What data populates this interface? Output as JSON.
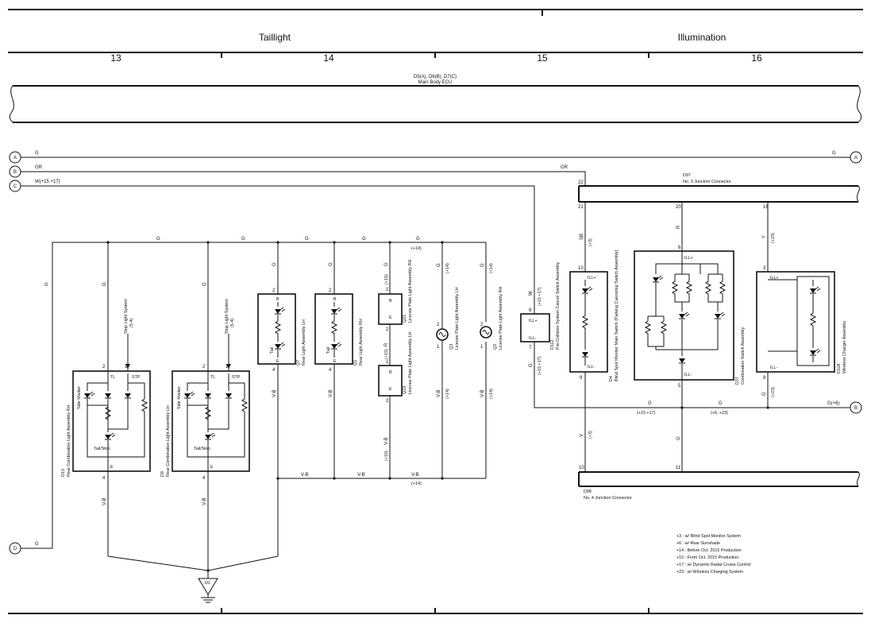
{
  "header": {
    "sections": [
      {
        "title": "Taillight"
      },
      {
        "title": "Illumination"
      }
    ],
    "columns": [
      "13",
      "14",
      "15",
      "16"
    ]
  },
  "ecu": {
    "ref": "D5(A), D6(B), D7(C)",
    "name": "Main Body ECU"
  },
  "connectors_left": [
    "A",
    "B",
    "C",
    "D"
  ],
  "connectors_right": [
    "A",
    "B"
  ],
  "wire_labels": {
    "a_left": "G",
    "a_right": "G",
    "b_top": "GR",
    "b_right": "GR",
    "c_top": "W(+15 +17)",
    "d": "G",
    "g_bus": "G",
    "vb": "V-B",
    "g_right": "G(+6)",
    "w": "W",
    "r": "R",
    "sb": "SB",
    "y": "Y",
    "v": "V",
    "gr": "GR"
  },
  "notes_tags": {
    "m14": "(+14)",
    "m15": "(+15)",
    "m3": "(+3)",
    "m23": "(+23)",
    "m1517": "(+15 +17)",
    "m623": "(+6, +23)"
  },
  "junctions": {
    "d97": {
      "id": "D97",
      "name": "No. 3 Junction Connector"
    },
    "d98": {
      "id": "D98",
      "name": "No. 4 Junction Connector"
    }
  },
  "ground": {
    "id": "D1"
  },
  "components": {
    "d13": {
      "id": "D13",
      "name": "Rear Combination Light Assembly RH",
      "sub": "Side Marker",
      "tl": "TL",
      "stp": "STP",
      "tailstop": "Tail/Stop",
      "e": "E"
    },
    "d9": {
      "id": "D9",
      "name": "Rear Combination Light Assembly LH",
      "sub": "Side Marker",
      "tl": "TL",
      "stp": "STP",
      "tailstop": "Tail/Stop",
      "e": "E"
    },
    "q7": {
      "id": "Q7",
      "name": "Rear Light Assembly LH",
      "sub": "Tail",
      "b": "B",
      "e": "E"
    },
    "q1": {
      "id": "Q1",
      "name": "Rear Light Assembly RH",
      "sub": "Tail",
      "b": "B",
      "e": "E"
    },
    "q21": {
      "id": "Q21",
      "name": "License Plate Light Assembly RH",
      "b": "B",
      "e": "E"
    },
    "q19": {
      "id": "Q19",
      "name": "License Plate Light Assembly LH",
      "b": "B",
      "e": "E"
    },
    "q3": {
      "id": "Q3",
      "name": "License Plate Light Assembly LH"
    },
    "q2": {
      "id": "Q2",
      "name": "License Plate Light Assembly RH"
    },
    "d112": {
      "id": "D112",
      "name": "Pre-Collision System Cancel Switch Assembly",
      "p": "ILL+",
      "n": "ILL-"
    },
    "d4": {
      "id": "D4",
      "name": "Blind Spot Monitor Main Switch (Parking Canceling Switch Assembly)",
      "p": "ILL+",
      "n": "ILL-"
    },
    "d37": {
      "id": "D37",
      "name": "Combination Switch Assembly",
      "p": "ILL+",
      "n": "ILL-"
    },
    "d118": {
      "id": "D118",
      "name": "Wireless Charger Assembly",
      "p": "ILL+",
      "n": "ILL-"
    }
  },
  "stop_light_ref": {
    "line1": "Stop Light System",
    "line2": "(5-4)"
  },
  "notes": [
    "+3 : w/ Blind Spot Monitor System",
    "+6 : w/ Rear Sunshade",
    "+14 : Before Oct. 2015 Production",
    "+15 : From Oct. 2015 Production",
    "+17 : w/ Dynamic Radar Cruise Control",
    "+23 : w/ Wireless Charging System"
  ]
}
